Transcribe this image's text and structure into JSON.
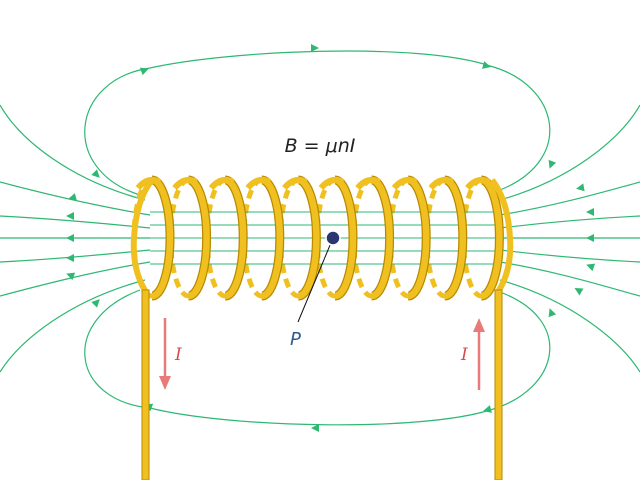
{
  "equation": "B = μnI",
  "point_label": "P",
  "current_label_left": "I",
  "current_label_right": "I",
  "colors": {
    "field_line": "#2eb872",
    "wire": "#f0c020",
    "wire_stroke": "#b88a00",
    "current_arrow": "#e87a7a",
    "current_label": "#d94a4a",
    "point": "#2b3570",
    "point_label": "#2f5d8a",
    "text": "#222222"
  }
}
